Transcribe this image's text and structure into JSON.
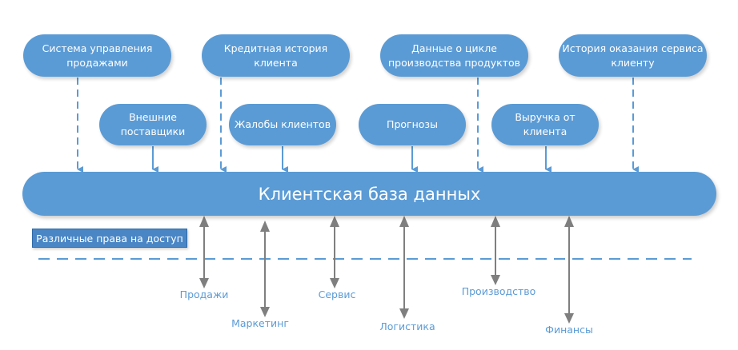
{
  "diagram": {
    "central_node": "Клиентская база данных",
    "access_label": "Различные права на доступ",
    "sources": [
      {
        "label": "Система управления продажами",
        "connector": "dashed"
      },
      {
        "label": "Внешние поставщики",
        "connector": "solid"
      },
      {
        "label": "Кредитная история клиента",
        "connector": "dashed"
      },
      {
        "label": "Жалобы клиентов",
        "connector": "solid"
      },
      {
        "label": "Прогнозы",
        "connector": "solid"
      },
      {
        "label": "Данные о цикле производства продуктов",
        "connector": "dashed"
      },
      {
        "label": "Выручка от клиента",
        "connector": "solid"
      },
      {
        "label": "История оказания сервиса клиенту",
        "connector": "dashed"
      }
    ],
    "departments": [
      {
        "label": "Продажи",
        "connector": "bidirectional"
      },
      {
        "label": "Маркетинг",
        "connector": "bidirectional"
      },
      {
        "label": "Сервис",
        "connector": "bidirectional"
      },
      {
        "label": "Логистика",
        "connector": "bidirectional"
      },
      {
        "label": "Производство",
        "connector": "bidirectional"
      },
      {
        "label": "Финансы",
        "connector": "bidirectional"
      }
    ],
    "colors": {
      "node": "#5b9bd5",
      "access_box": "#4a86c5",
      "arrow_gray": "#7f7f7f",
      "dept_text": "#5b9bd5"
    }
  }
}
